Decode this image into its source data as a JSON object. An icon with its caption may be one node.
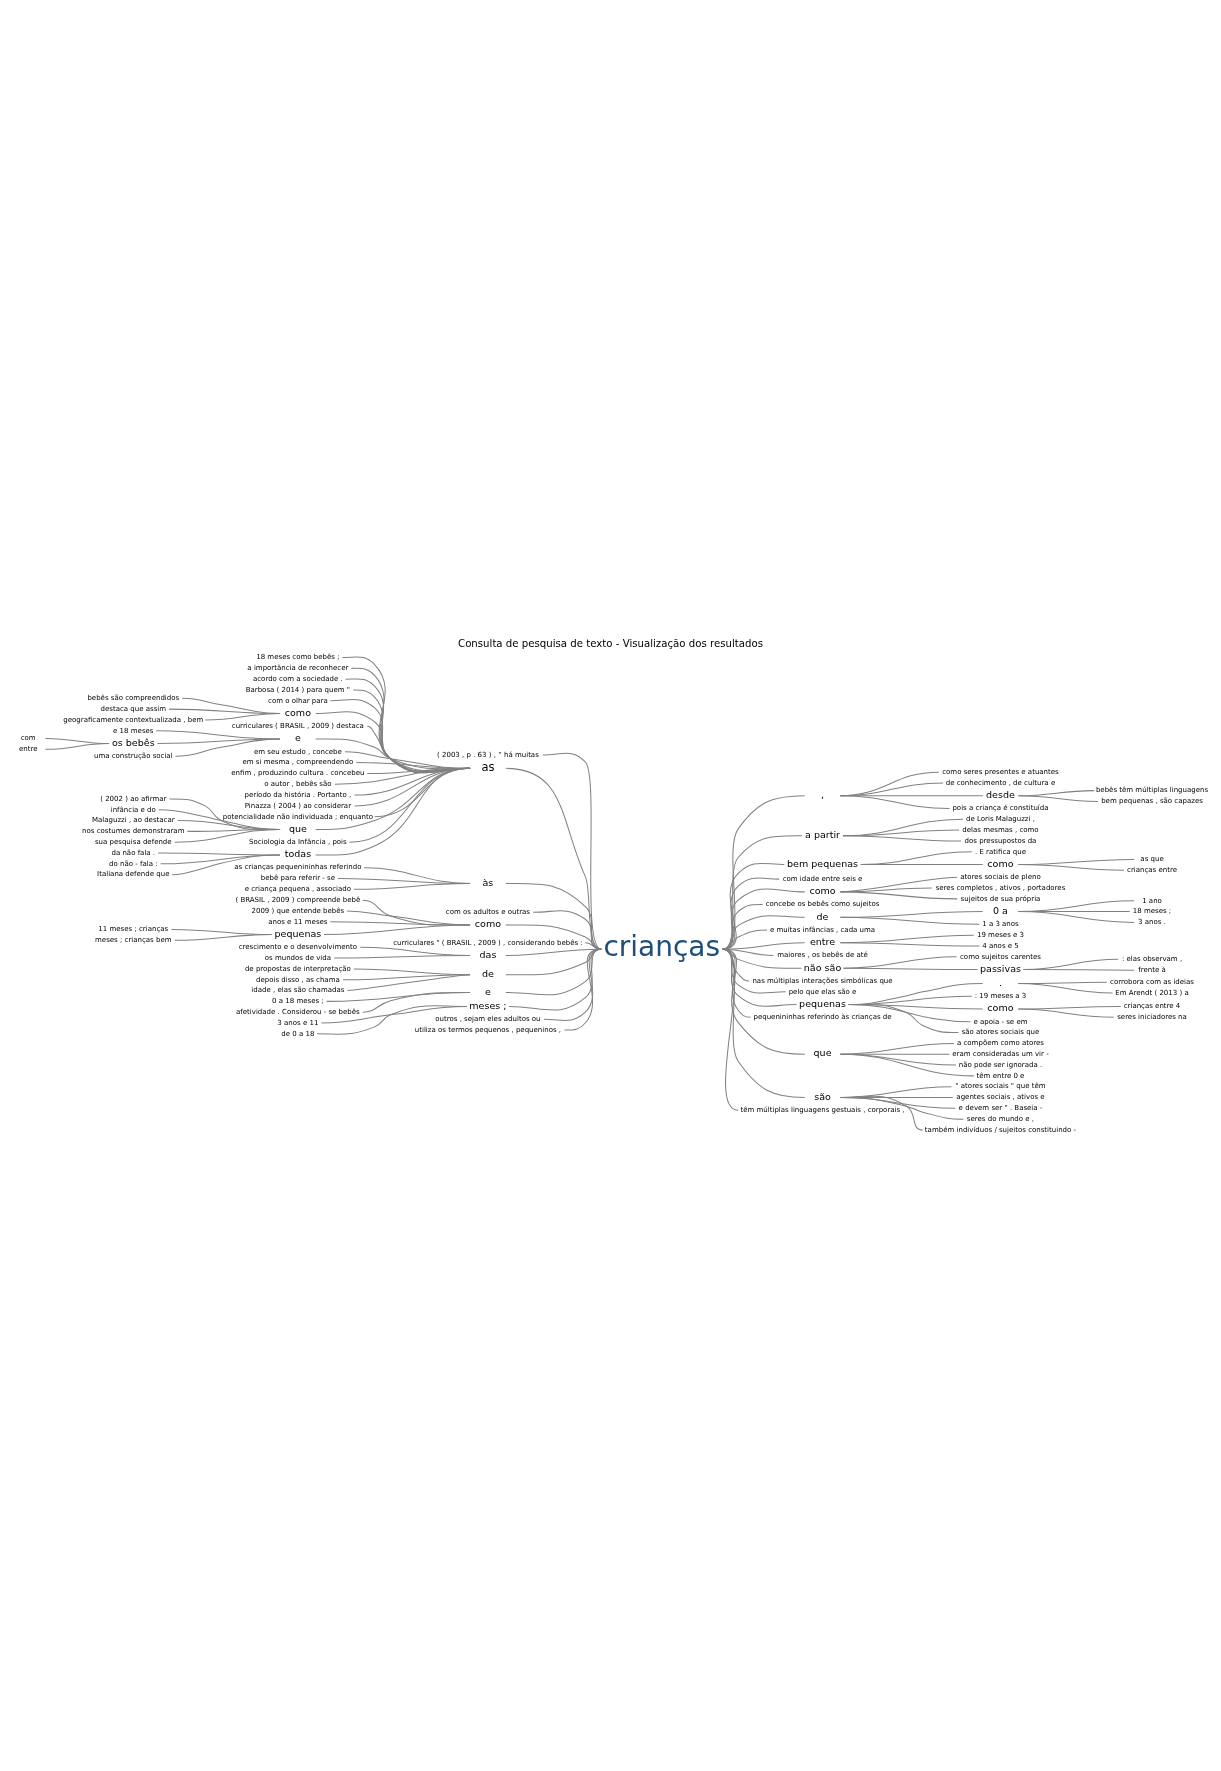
{
  "diagram": {
    "title": "Consulta de pesquisa de texto - Visualização dos resultados",
    "nodes": [
      {
        "text": [
          "crianças"
        ]
      },
      {
        "text": [
          "( 2003 , p . 63 ) , “ há muitas"
        ]
      },
      {
        "text": [
          "as"
        ]
      },
      {
        "text": [
          "18 meses como bebês ;"
        ]
      },
      {
        "text": [
          "a importância de reconhecer"
        ]
      },
      {
        "text": [
          "acordo com a sociedade ."
        ]
      },
      {
        "text": [
          "Barbosa ( 2014 ) para quem \""
        ]
      },
      {
        "text": [
          "com o olhar para"
        ]
      },
      {
        "text": [
          "como"
        ]
      },
      {
        "text": [
          "bebês são compreendidos"
        ]
      },
      {
        "text": [
          "destaca que assim"
        ]
      },
      {
        "text": [
          "geograficamente contextualizada , bem"
        ]
      },
      {
        "text": [
          "curriculares ( BRASIL , 2009 ) destaca"
        ]
      },
      {
        "text": [
          "e"
        ]
      },
      {
        "text": [
          "e 18 meses"
        ]
      },
      {
        "text": [
          "os bebês"
        ]
      },
      {
        "text": [
          "com"
        ]
      },
      {
        "text": [
          "entre"
        ]
      },
      {
        "text": [
          "uma construção social"
        ]
      },
      {
        "text": [
          "em seu estudo , concebe"
        ]
      },
      {
        "text": [
          "em si mesma , compreendendo"
        ]
      },
      {
        "text": [
          "enfim , produzindo cultura . concebeu"
        ]
      },
      {
        "text": [
          "o autor , bebês são"
        ]
      },
      {
        "text": [
          "período da história . Portanto ,"
        ]
      },
      {
        "text": [
          "Pinazza ( 2004 ) ao considerar"
        ]
      },
      {
        "text": [
          "potencialidade não individuada ; enquanto"
        ]
      },
      {
        "text": [
          "que"
        ]
      },
      {
        "text": [
          "( 2002 ) ao afirmar"
        ]
      },
      {
        "text": [
          "infância e do"
        ]
      },
      {
        "text": [
          "Malaguzzi , ao destacar"
        ]
      },
      {
        "text": [
          "nos costumes demonstraram"
        ]
      },
      {
        "text": [
          "sua pesquisa defende"
        ]
      },
      {
        "text": [
          "Sociologia da Infância , pois"
        ]
      },
      {
        "text": [
          "todas"
        ]
      },
      {
        "text": [
          "da não fala ."
        ]
      },
      {
        "text": [
          "do não - fala :"
        ]
      },
      {
        "text": [
          "Italiana defende que"
        ]
      },
      {
        "text": [
          "às"
        ]
      },
      {
        "text": [
          "as crianças pequenininhas referindo"
        ]
      },
      {
        "text": [
          "bebê para referir - se"
        ]
      },
      {
        "text": [
          "e criança pequena , associado"
        ]
      },
      {
        "text": [
          "com os adultos e outras"
        ]
      },
      {
        "text": [
          "como"
        ]
      },
      {
        "text": [
          "( BRASIL , 2009 ) compreende bebê"
        ]
      },
      {
        "text": [
          "2009 ) que entende bebês"
        ]
      },
      {
        "text": [
          "anos e 11 meses"
        ]
      },
      {
        "text": [
          "pequenas"
        ]
      },
      {
        "text": [
          "11 meses ; crianças"
        ]
      },
      {
        "text": [
          "meses ; crianças bem"
        ]
      },
      {
        "text": [
          "curriculares \" ( BRASIL , 2009 ) , considerando bebês :"
        ]
      },
      {
        "text": [
          "das"
        ]
      },
      {
        "text": [
          "crescimento e o desenvolvimento"
        ]
      },
      {
        "text": [
          "os mundos de vida"
        ]
      },
      {
        "text": [
          "de"
        ]
      },
      {
        "text": [
          "de propostas de interpretação"
        ]
      },
      {
        "text": [
          "depois disso , as chama"
        ]
      },
      {
        "text": [
          "idade , elas são chamadas"
        ]
      },
      {
        "text": [
          "e"
        ]
      },
      {
        "text": [
          "0 a 18 meses ;"
        ]
      },
      {
        "text": [
          "afetividade . Considerou - se bebês"
        ]
      },
      {
        "text": [
          "meses ;"
        ]
      },
      {
        "text": [
          "3 anos e 11"
        ]
      },
      {
        "text": [
          "de 0 a 18"
        ]
      },
      {
        "text": [
          "outros , sejam eles adultos ou"
        ]
      },
      {
        "text": [
          "utiliza os termos pequenos , pequeninos ,"
        ]
      },
      {
        "text": [
          ","
        ]
      },
      {
        "text": [
          "como seres presentes e atuantes"
        ]
      },
      {
        "text": [
          "de conhecimento , de cultura e"
        ]
      },
      {
        "text": [
          "desde"
        ]
      },
      {
        "text": [
          "bebês têm múltiplas linguagens"
        ]
      },
      {
        "text": [
          "bem pequenas , são capazes"
        ]
      },
      {
        "text": [
          "pois a criança é constituída"
        ]
      },
      {
        "text": [
          "a partir"
        ]
      },
      {
        "text": [
          "de Loris Malaguzzi ,"
        ]
      },
      {
        "text": [
          "delas mesmas , como"
        ]
      },
      {
        "text": [
          "dos pressupostos da"
        ]
      },
      {
        "text": [
          "bem pequenas"
        ]
      },
      {
        "text": [
          ". E ratifica que"
        ]
      },
      {
        "text": [
          "como"
        ]
      },
      {
        "text": [
          "as que"
        ]
      },
      {
        "text": [
          "crianças entre"
        ]
      },
      {
        "text": [
          "com idade entre seis e"
        ]
      },
      {
        "text": [
          "como"
        ]
      },
      {
        "text": [
          "atores sociais de pleno"
        ]
      },
      {
        "text": [
          "seres completos , ativos , portadores"
        ]
      },
      {
        "text": [
          "sujeitos de sua própria"
        ]
      },
      {
        "text": [
          "concebe os bebês como sujeitos"
        ]
      },
      {
        "text": [
          "de"
        ]
      },
      {
        "text": [
          "0 a"
        ]
      },
      {
        "text": [
          "1 ano"
        ]
      },
      {
        "text": [
          "18 meses ;"
        ]
      },
      {
        "text": [
          "3 anos ."
        ]
      },
      {
        "text": [
          "1 a 3 anos"
        ]
      },
      {
        "text": [
          "e muitas infâncias , cada uma"
        ]
      },
      {
        "text": [
          "entre"
        ]
      },
      {
        "text": [
          "19 meses e 3"
        ]
      },
      {
        "text": [
          "4 anos e 5"
        ]
      },
      {
        "text": [
          "maiores , os bebês de até"
        ]
      },
      {
        "text": [
          "não são"
        ]
      },
      {
        "text": [
          "como sujeitos carentes"
        ]
      },
      {
        "text": [
          "passivas"
        ]
      },
      {
        "text": [
          ": elas observam ,"
        ]
      },
      {
        "text": [
          "frente à"
        ]
      },
      {
        "text": [
          "nas múltiplas interações simbólicas que"
        ]
      },
      {
        "text": [
          "pelo que elas são e"
        ]
      },
      {
        "text": [
          "pequenas"
        ]
      },
      {
        "text": [
          "."
        ]
      },
      {
        "text": [
          "corrobora com as ideias"
        ]
      },
      {
        "text": [
          "Em Arendt ( 2013 ) a"
        ]
      },
      {
        "text": [
          ": 19 meses a 3"
        ]
      },
      {
        "text": [
          "como"
        ]
      },
      {
        "text": [
          "crianças entre 4"
        ]
      },
      {
        "text": [
          "seres iniciadores na"
        ]
      },
      {
        "text": [
          "e apoia - se em"
        ]
      },
      {
        "text": [
          "são atores sociais que"
        ]
      },
      {
        "text": [
          "pequenininhas referindo às crianças de"
        ]
      },
      {
        "text": [
          "que"
        ]
      },
      {
        "text": [
          "a compõem como atores"
        ]
      },
      {
        "text": [
          "eram consideradas um vir -"
        ]
      },
      {
        "text": [
          "não pode ser ignorada ."
        ]
      },
      {
        "text": [
          "têm entre 0 e"
        ]
      },
      {
        "text": [
          "são"
        ]
      },
      {
        "text": [
          "\" atores sociais \" que têm"
        ]
      },
      {
        "text": [
          "agentes sociais , ativos e"
        ]
      },
      {
        "text": [
          "e devem ser \" . Baseia -"
        ]
      },
      {
        "text": [
          "seres do mundo e ,"
        ]
      },
      {
        "text": [
          "também indivíduos / sujeitos constituindo -"
        ]
      },
      {
        "text": [
          "têm múltiplas linguagens gestuais , corporais ,"
        ]
      }
    ],
    "edges": [
      {
        "from": 1,
        "to": 0,
        "arrow": "none"
      },
      {
        "from": 2,
        "to": 0,
        "arrow": "none"
      },
      {
        "from": 3,
        "to": 2,
        "arrow": "none"
      },
      {
        "from": 4,
        "to": 2,
        "arrow": "none"
      },
      {
        "from": 5,
        "to": 2,
        "arrow": "none"
      },
      {
        "from": 6,
        "to": 2,
        "arrow": "none"
      },
      {
        "from": 7,
        "to": 2,
        "arrow": "none"
      },
      {
        "from": 8,
        "to": 2,
        "arrow": "none"
      },
      {
        "from": 9,
        "to": 8,
        "arrow": "none"
      },
      {
        "from": 10,
        "to": 8,
        "arrow": "none"
      },
      {
        "from": 11,
        "to": 8,
        "arrow": "none"
      },
      {
        "from": 12,
        "to": 2,
        "arrow": "none"
      },
      {
        "from": 13,
        "to": 2,
        "arrow": "none"
      },
      {
        "from": 14,
        "to": 13,
        "arrow": "none"
      },
      {
        "from": 15,
        "to": 13,
        "arrow": "none"
      },
      {
        "from": 16,
        "to": 15,
        "arrow": "none"
      },
      {
        "from": 17,
        "to": 15,
        "arrow": "none"
      },
      {
        "from": 18,
        "to": 13,
        "arrow": "none"
      },
      {
        "from": 19,
        "to": 2,
        "arrow": "none"
      },
      {
        "from": 20,
        "to": 2,
        "arrow": "none"
      },
      {
        "from": 21,
        "to": 2,
        "arrow": "none"
      },
      {
        "from": 22,
        "to": 2,
        "arrow": "none"
      },
      {
        "from": 23,
        "to": 2,
        "arrow": "none"
      },
      {
        "from": 24,
        "to": 2,
        "arrow": "none"
      },
      {
        "from": 25,
        "to": 2,
        "arrow": "none"
      },
      {
        "from": 26,
        "to": 2,
        "arrow": "none"
      },
      {
        "from": 27,
        "to": 26,
        "arrow": "none"
      },
      {
        "from": 28,
        "to": 26,
        "arrow": "none"
      },
      {
        "from": 29,
        "to": 26,
        "arrow": "none"
      },
      {
        "from": 30,
        "to": 26,
        "arrow": "none"
      },
      {
        "from": 31,
        "to": 26,
        "arrow": "none"
      },
      {
        "from": 32,
        "to": 2,
        "arrow": "none"
      },
      {
        "from": 33,
        "to": 2,
        "arrow": "none"
      },
      {
        "from": 34,
        "to": 33,
        "arrow": "none"
      },
      {
        "from": 35,
        "to": 33,
        "arrow": "none"
      },
      {
        "from": 36,
        "to": 33,
        "arrow": "none"
      },
      {
        "from": 37,
        "to": 0,
        "arrow": "none"
      },
      {
        "from": 38,
        "to": 37,
        "arrow": "none"
      },
      {
        "from": 39,
        "to": 37,
        "arrow": "none"
      },
      {
        "from": 40,
        "to": 37,
        "arrow": "none"
      },
      {
        "from": 41,
        "to": 0,
        "arrow": "none"
      },
      {
        "from": 42,
        "to": 0,
        "arrow": "none"
      },
      {
        "from": 43,
        "to": 42,
        "arrow": "none"
      },
      {
        "from": 44,
        "to": 42,
        "arrow": "none"
      },
      {
        "from": 45,
        "to": 42,
        "arrow": "none"
      },
      {
        "from": 46,
        "to": 42,
        "arrow": "none"
      },
      {
        "from": 47,
        "to": 46,
        "arrow": "none"
      },
      {
        "from": 48,
        "to": 46,
        "arrow": "none"
      },
      {
        "from": 49,
        "to": 0,
        "arrow": "none"
      },
      {
        "from": 50,
        "to": 0,
        "arrow": "none"
      },
      {
        "from": 51,
        "to": 50,
        "arrow": "none"
      },
      {
        "from": 52,
        "to": 50,
        "arrow": "none"
      },
      {
        "from": 53,
        "to": 0,
        "arrow": "none"
      },
      {
        "from": 54,
        "to": 53,
        "arrow": "none"
      },
      {
        "from": 55,
        "to": 53,
        "arrow": "none"
      },
      {
        "from": 56,
        "to": 53,
        "arrow": "none"
      },
      {
        "from": 57,
        "to": 0,
        "arrow": "none"
      },
      {
        "from": 58,
        "to": 57,
        "arrow": "none"
      },
      {
        "from": 59,
        "to": 57,
        "arrow": "none"
      },
      {
        "from": 60,
        "to": 0,
        "arrow": "none"
      },
      {
        "from": 61,
        "to": 60,
        "arrow": "none"
      },
      {
        "from": 62,
        "to": 60,
        "arrow": "none"
      },
      {
        "from": 63,
        "to": 0,
        "arrow": "none"
      },
      {
        "from": 64,
        "to": 0,
        "arrow": "none"
      },
      {
        "from": 0,
        "to": 65,
        "arrow": "none"
      },
      {
        "from": 65,
        "to": 66,
        "arrow": "none"
      },
      {
        "from": 65,
        "to": 67,
        "arrow": "none"
      },
      {
        "from": 65,
        "to": 68,
        "arrow": "none"
      },
      {
        "from": 68,
        "to": 69,
        "arrow": "none"
      },
      {
        "from": 68,
        "to": 70,
        "arrow": "none"
      },
      {
        "from": 65,
        "to": 71,
        "arrow": "none"
      },
      {
        "from": 0,
        "to": 72,
        "arrow": "none"
      },
      {
        "from": 72,
        "to": 73,
        "arrow": "none"
      },
      {
        "from": 72,
        "to": 74,
        "arrow": "none"
      },
      {
        "from": 72,
        "to": 75,
        "arrow": "none"
      },
      {
        "from": 0,
        "to": 76,
        "arrow": "none"
      },
      {
        "from": 76,
        "to": 77,
        "arrow": "none"
      },
      {
        "from": 76,
        "to": 78,
        "arrow": "none"
      },
      {
        "from": 78,
        "to": 79,
        "arrow": "none"
      },
      {
        "from": 78,
        "to": 80,
        "arrow": "none"
      },
      {
        "from": 0,
        "to": 81,
        "arrow": "none"
      },
      {
        "from": 0,
        "to": 82,
        "arrow": "none"
      },
      {
        "from": 82,
        "to": 83,
        "arrow": "none"
      },
      {
        "from": 82,
        "to": 84,
        "arrow": "none"
      },
      {
        "from": 82,
        "to": 85,
        "arrow": "none"
      },
      {
        "from": 0,
        "to": 86,
        "arrow": "none"
      },
      {
        "from": 0,
        "to": 87,
        "arrow": "none"
      },
      {
        "from": 87,
        "to": 88,
        "arrow": "none"
      },
      {
        "from": 88,
        "to": 89,
        "arrow": "none"
      },
      {
        "from": 88,
        "to": 90,
        "arrow": "none"
      },
      {
        "from": 88,
        "to": 91,
        "arrow": "none"
      },
      {
        "from": 87,
        "to": 92,
        "arrow": "none"
      },
      {
        "from": 0,
        "to": 93,
        "arrow": "none"
      },
      {
        "from": 0,
        "to": 94,
        "arrow": "none"
      },
      {
        "from": 94,
        "to": 95,
        "arrow": "none"
      },
      {
        "from": 94,
        "to": 96,
        "arrow": "none"
      },
      {
        "from": 0,
        "to": 97,
        "arrow": "none"
      },
      {
        "from": 0,
        "to": 98,
        "arrow": "none"
      },
      {
        "from": 98,
        "to": 99,
        "arrow": "none"
      },
      {
        "from": 98,
        "to": 100,
        "arrow": "none"
      },
      {
        "from": 100,
        "to": 101,
        "arrow": "none"
      },
      {
        "from": 100,
        "to": 102,
        "arrow": "none"
      },
      {
        "from": 0,
        "to": 103,
        "arrow": "none"
      },
      {
        "from": 0,
        "to": 104,
        "arrow": "none"
      },
      {
        "from": 0,
        "to": 105,
        "arrow": "none"
      },
      {
        "from": 105,
        "to": 106,
        "arrow": "none"
      },
      {
        "from": 106,
        "to": 107,
        "arrow": "none"
      },
      {
        "from": 106,
        "to": 108,
        "arrow": "none"
      },
      {
        "from": 105,
        "to": 109,
        "arrow": "none"
      },
      {
        "from": 105,
        "to": 110,
        "arrow": "none"
      },
      {
        "from": 110,
        "to": 111,
        "arrow": "none"
      },
      {
        "from": 110,
        "to": 112,
        "arrow": "none"
      },
      {
        "from": 105,
        "to": 113,
        "arrow": "none"
      },
      {
        "from": 105,
        "to": 114,
        "arrow": "none"
      },
      {
        "from": 0,
        "to": 115,
        "arrow": "none"
      },
      {
        "from": 0,
        "to": 116,
        "arrow": "none"
      },
      {
        "from": 116,
        "to": 117,
        "arrow": "none"
      },
      {
        "from": 116,
        "to": 118,
        "arrow": "none"
      },
      {
        "from": 116,
        "to": 119,
        "arrow": "none"
      },
      {
        "from": 116,
        "to": 120,
        "arrow": "none"
      },
      {
        "from": 0,
        "to": 121,
        "arrow": "none"
      },
      {
        "from": 121,
        "to": 122,
        "arrow": "none"
      },
      {
        "from": 121,
        "to": 123,
        "arrow": "none"
      },
      {
        "from": 121,
        "to": 124,
        "arrow": "none"
      },
      {
        "from": 121,
        "to": 125,
        "arrow": "none"
      },
      {
        "from": 121,
        "to": 126,
        "arrow": "none"
      },
      {
        "from": 0,
        "to": 127,
        "arrow": "none"
      }
    ]
  }
}
